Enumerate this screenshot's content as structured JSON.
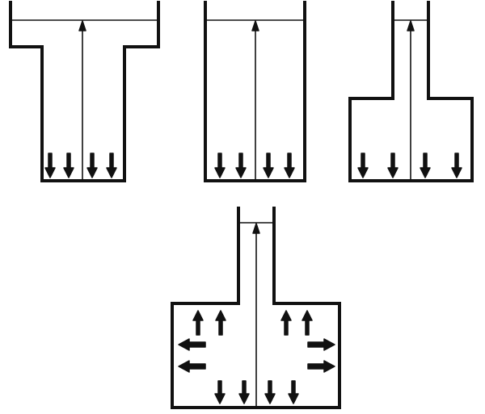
{
  "diagram": {
    "vessels": [
      {
        "name": "vessel-wide-top",
        "shape": "wide top, narrow bottom",
        "base_arrows": 4
      },
      {
        "name": "vessel-uniform-column",
        "shape": "uniform width",
        "base_arrows": 4
      },
      {
        "name": "vessel-narrow-top",
        "shape": "narrow neck, wide base",
        "base_arrows": 4
      },
      {
        "name": "vessel-closed-chamber",
        "shape": "narrow neck, closed chamber",
        "base_arrows": 4,
        "side_arrows": 4,
        "ceiling_arrows": 4
      }
    ],
    "colors": {
      "line": "#111111",
      "background": "#ffffff"
    }
  }
}
